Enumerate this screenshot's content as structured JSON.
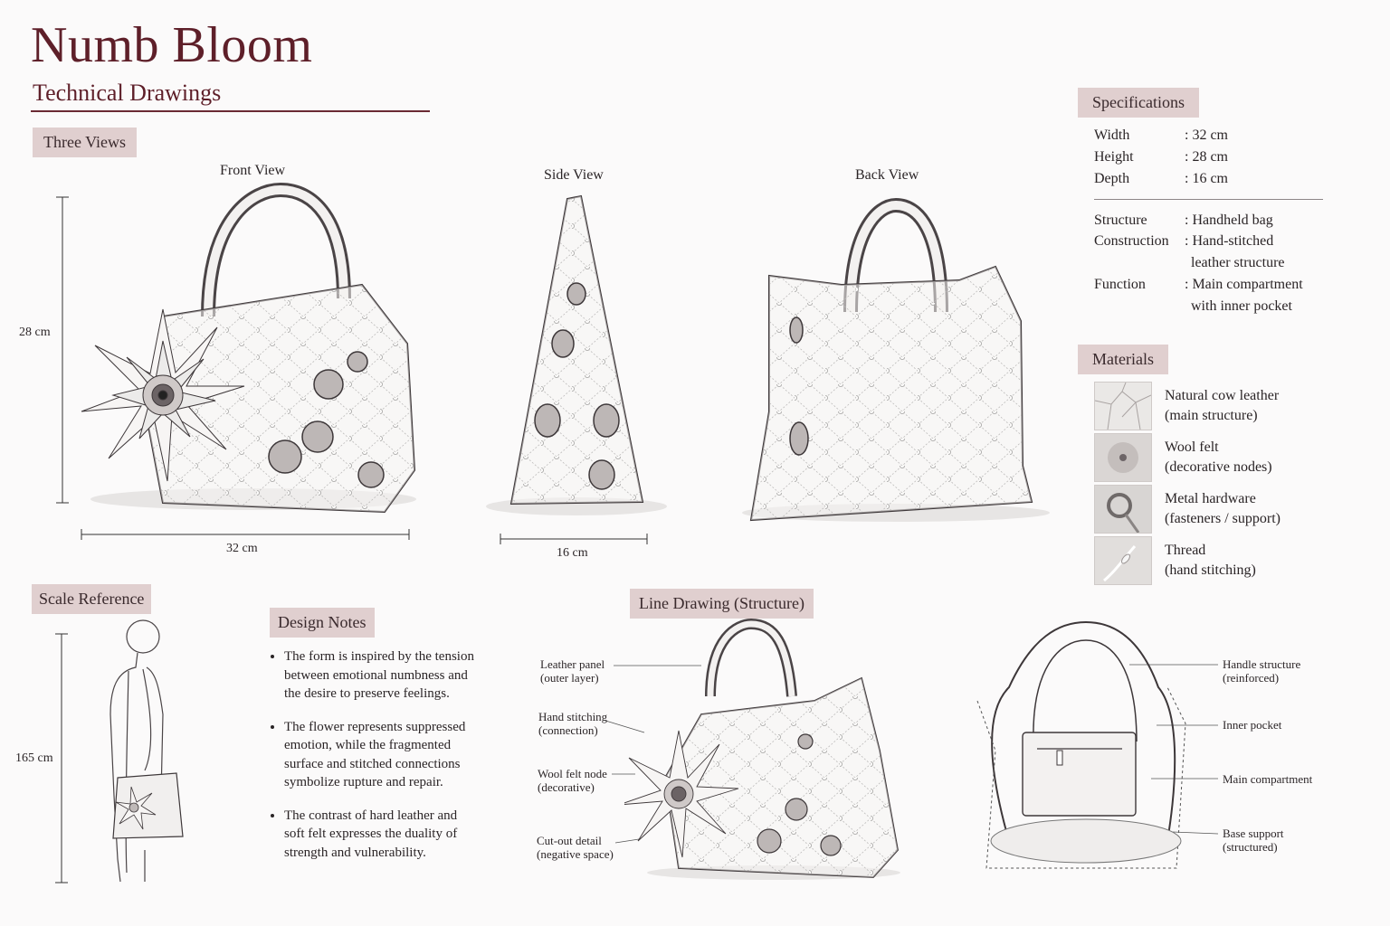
{
  "header": {
    "title": "Numb Bloom",
    "subtitle": "Technical Drawings"
  },
  "three_views": {
    "tag": "Three Views",
    "front_label": "Front View",
    "side_label": "Side View",
    "back_label": "Back View",
    "height_dim": "28 cm",
    "width_dim": "32 cm",
    "depth_dim": "16 cm"
  },
  "specifications": {
    "tag": "Specifications",
    "rows": [
      {
        "key": "Width",
        "value": ": 32 cm"
      },
      {
        "key": "Height",
        "value": ": 28 cm"
      },
      {
        "key": "Depth",
        "value": ": 16 cm"
      }
    ],
    "details": [
      {
        "key": "Structure",
        "value": ": Handheld bag",
        "value2": ""
      },
      {
        "key": "Construction",
        "value": ": Hand-stitched",
        "value2": "leather structure"
      },
      {
        "key": "Function",
        "value": ": Main compartment",
        "value2": "with inner pocket"
      }
    ]
  },
  "materials": {
    "tag": "Materials",
    "items": [
      {
        "name": "Natural cow leather",
        "note": "(main structure)",
        "icon": "leather-swatch-icon"
      },
      {
        "name": "Wool felt",
        "note": "(decorative nodes)",
        "icon": "felt-swatch-icon"
      },
      {
        "name": "Metal hardware",
        "note": "(fasteners / support)",
        "icon": "ring-swatch-icon"
      },
      {
        "name": "Thread",
        "note": "(hand stitching)",
        "icon": "thread-swatch-icon"
      }
    ]
  },
  "scale_reference": {
    "tag": "Scale Reference",
    "height_dim": "165 cm"
  },
  "design_notes": {
    "tag": "Design Notes",
    "notes": [
      {
        "lines": [
          "The form is inspired by the tension",
          "between emotional numbness and",
          "the desire to preserve feelings."
        ]
      },
      {
        "lines": [
          "The flower represents suppressed",
          "emotion, while the fragmented",
          "surface and stitched connections",
          "symbolize rupture and repair."
        ]
      },
      {
        "lines": [
          "The contrast of hard leather and",
          "soft felt expresses the duality of",
          "strength and vulnerability."
        ]
      }
    ]
  },
  "line_drawing": {
    "tag": "Line Drawing (Structure)",
    "left_annotations": [
      {
        "line1": "Leather panel",
        "line2": "(outer layer)"
      },
      {
        "line1": "Hand stitching",
        "line2": "(connection)"
      },
      {
        "line1": "Wool felt node",
        "line2": "(decorative)"
      },
      {
        "line1": "Cut-out detail",
        "line2": "(negative space)"
      }
    ],
    "right_annotations": [
      {
        "line1": "Handle structure",
        "line2": "(reinforced)"
      },
      {
        "line1": "Inner pocket",
        "line2": ""
      },
      {
        "line1": "Main compartment",
        "line2": ""
      },
      {
        "line1": "Base support",
        "line2": "(structured)"
      }
    ]
  }
}
